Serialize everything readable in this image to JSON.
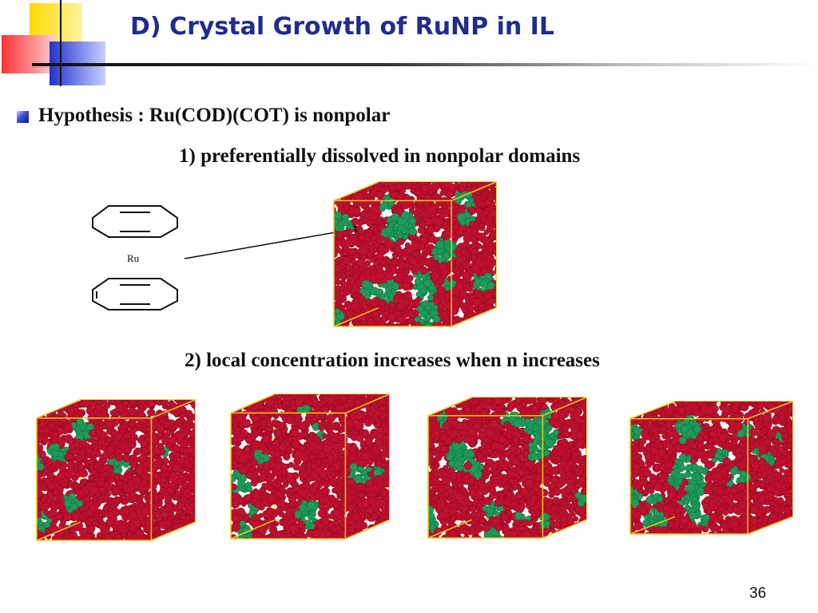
{
  "slide": {
    "title": "D) Crystal Growth of RuNP in IL",
    "hypothesis": "Hypothesis : Ru(COD)(COT) is nonpolar",
    "point1": "1) preferentially dissolved in nonpolar domains",
    "point2": "2) local concentration increases when n increases",
    "ru_label": "Ru",
    "page_number": "36"
  },
  "colors": {
    "title": "#1f2c8f",
    "nonpolar_domain": "#1e9a5a",
    "polar_domain": "#c0102e",
    "box_edge": "#e8c81a"
  },
  "icons": [
    "bullet-square-icon",
    "cod-ring-icon",
    "cot-ring-icon",
    "arrow-icon"
  ]
}
